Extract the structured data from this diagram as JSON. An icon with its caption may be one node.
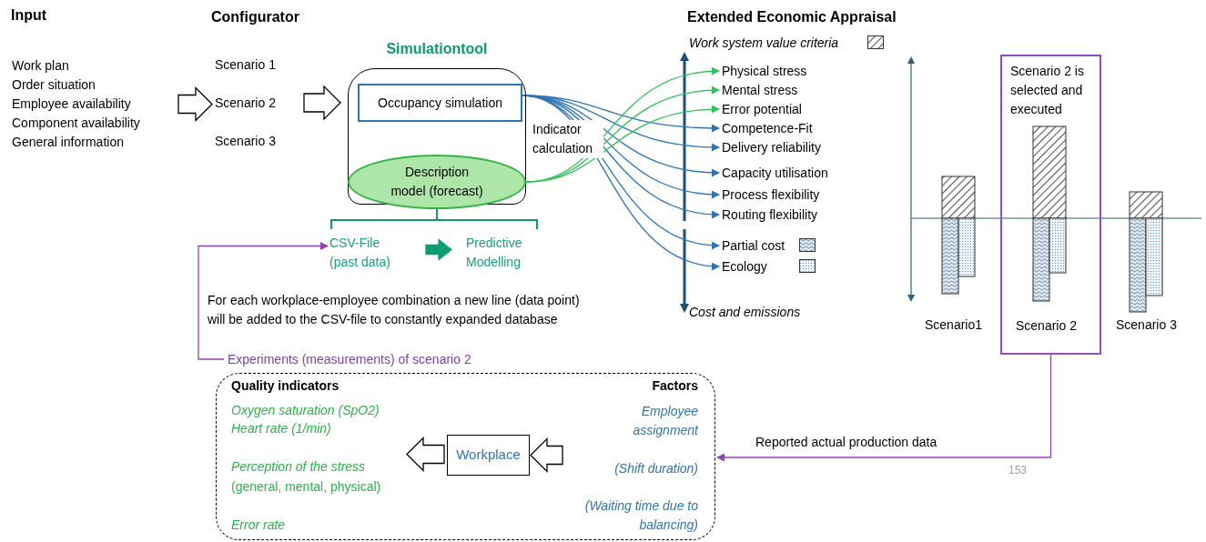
{
  "diagram": {
    "nodes": [
      {
        "text": [
          "Work plan",
          "Order situation",
          "Employee availability",
          "Component availability",
          "General information"
        ]
      },
      {
        "text": [
          "Scenario 1",
          "Scenario 2",
          "Scenario 3"
        ]
      },
      {
        "text": [
          "Simulationtool"
        ]
      },
      {
        "text": [
          "Occupancy simulation"
        ],
        "in": 2
      },
      {
        "text": [
          "Description model (forecast)"
        ],
        "in": 2
      },
      {
        "text": [
          "CSV-File (past data)"
        ]
      },
      {
        "text": [
          "Predictive Modelling"
        ]
      },
      {
        "text": [
          "Physical stress"
        ]
      },
      {
        "text": [
          "Mental stress"
        ]
      },
      {
        "text": [
          "Error potential"
        ]
      },
      {
        "text": [
          "Competence-Fit"
        ]
      },
      {
        "text": [
          "Delivery reliability"
        ]
      },
      {
        "text": [
          "Capacity utilisation"
        ]
      },
      {
        "text": [
          "Process flexibility"
        ]
      },
      {
        "text": [
          "Routing flexibility"
        ]
      },
      {
        "text": [
          "Partial cost"
        ]
      },
      {
        "text": [
          "Ecology"
        ]
      },
      {
        "text": [
          "Scenario 2 is selected and executed",
          "Scenario 2"
        ]
      },
      {
        "text": [
          "Experiments (measurements) of scenario 2"
        ]
      },
      {
        "text": [],
        "shape": "box"
      },
      {
        "text": [
          "Quality indicators",
          "Oxygen saturation (SpO2)",
          "Heart rate (1/min)",
          "Perception of the stress",
          "(general, mental, physical)",
          "Error rate"
        ],
        "in": 19
      },
      {
        "text": [
          "Workplace"
        ],
        "in": 19
      },
      {
        "text": [
          "Factors",
          "Employee assignment",
          "(Shift duration)",
          "(Waiting time due to balancing)"
        ],
        "in": 19
      }
    ],
    "edges": [
      {
        "from": 0,
        "to": 1,
        "arrow": "to",
        "style": "thick",
        "color": "#000000"
      },
      {
        "from": 1,
        "to": 2,
        "arrow": "to",
        "style": "thick",
        "color": "#000000"
      },
      {
        "from": 3,
        "to": 10,
        "arrow": "to"
      },
      {
        "from": 3,
        "to": 11,
        "arrow": "to"
      },
      {
        "from": 3,
        "to": 12,
        "arrow": "to"
      },
      {
        "from": 3,
        "to": 13,
        "arrow": "to"
      },
      {
        "from": 3,
        "to": 14,
        "arrow": "to"
      },
      {
        "from": 3,
        "to": 15,
        "arrow": "to"
      },
      {
        "from": 3,
        "to": 16,
        "arrow": "to"
      },
      {
        "from": 4,
        "to": 7,
        "arrow": "to",
        "color": "#33c25a"
      },
      {
        "from": 4,
        "to": 8,
        "arrow": "to",
        "color": "#33c25a"
      },
      {
        "from": 4,
        "to": 9,
        "arrow": "to",
        "color": "#33c25a"
      },
      {
        "from": 5,
        "to": 6,
        "arrow": "to",
        "style": "thick",
        "color": "#0a9f73"
      },
      {
        "from": 18,
        "to": 5,
        "arrow": "to",
        "color": "#8e44ad"
      },
      {
        "from": 17,
        "to": 19,
        "arrow": "to",
        "color": "#8e44ad",
        "label": "Reported actual production data"
      },
      {
        "from": 22,
        "to": 21,
        "arrow": "to",
        "style": "thick",
        "color": "#000000"
      },
      {
        "from": 21,
        "to": 20,
        "arrow": "to",
        "style": "thick",
        "color": "#000000"
      },
      {
        "from": 4,
        "to": 5,
        "arrow": "none",
        "color": "#0e9a6e"
      },
      {
        "from": 4,
        "to": 6,
        "arrow": "none",
        "color": "#0e9a6e"
      }
    ],
    "labels": [
      "Input",
      "Configurator",
      "Extended Economic Appraisal",
      "Indicator calculation",
      "Cost and emissions",
      "For each workplace-employee combination a new line (data point) will be added to the CSV-file to constantly expanded database",
      "Scenario1",
      "Scenario 3",
      "153"
    ],
    "legend": [
      {
        "text": "Work system value criteria"
      }
    ]
  }
}
